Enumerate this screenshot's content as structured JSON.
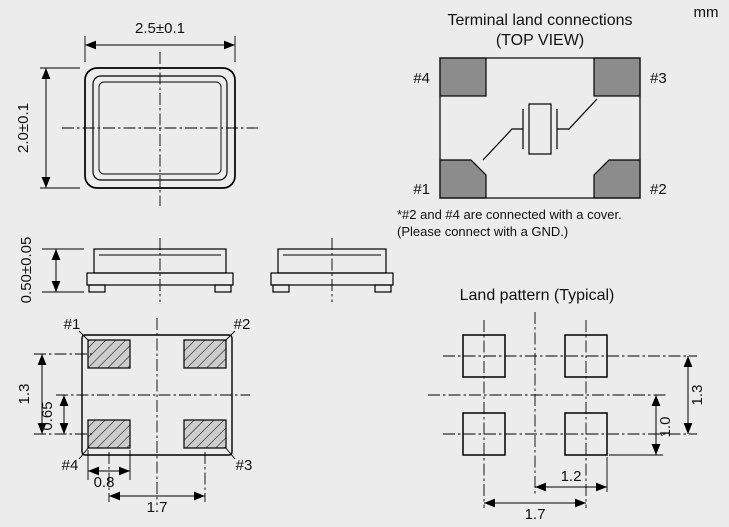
{
  "units_label": "mm",
  "top_view": {
    "width_dim": "2.5±0.1",
    "height_dim": "2.0±0.1"
  },
  "side_view": {
    "height_dim": "0.50±0.05"
  },
  "terminal_connections": {
    "title": "Terminal land connections",
    "subtitle": "(TOP VIEW)",
    "pads": {
      "top_left": "#4",
      "top_right": "#3",
      "bottom_left": "#1",
      "bottom_right": "#2"
    },
    "note_line1": "*#2 and #4 are connected with a cover.",
    "note_line2": "(Please connect with a GND.)"
  },
  "bottom_view": {
    "pads": {
      "top_left": "#1",
      "top_right": "#2",
      "bottom_left": "#4",
      "bottom_right": "#3"
    },
    "dims": {
      "pad_pitch_vertical": "1.3",
      "half_pitch_vertical": "0.65",
      "pad_width": "0.8",
      "pad_pitch_horizontal": "1.7"
    }
  },
  "land_pattern": {
    "title": "Land pattern (Typical)",
    "dims": {
      "pad_pitch_vertical": "1.3",
      "pad_height": "1.0",
      "center_to_pad_edge": "1.2",
      "pad_pitch_horizontal": "1.7"
    }
  },
  "colors": {
    "background": "#ececec",
    "line": "#000000",
    "terminal_pad_fill": "#8c8c8c"
  }
}
